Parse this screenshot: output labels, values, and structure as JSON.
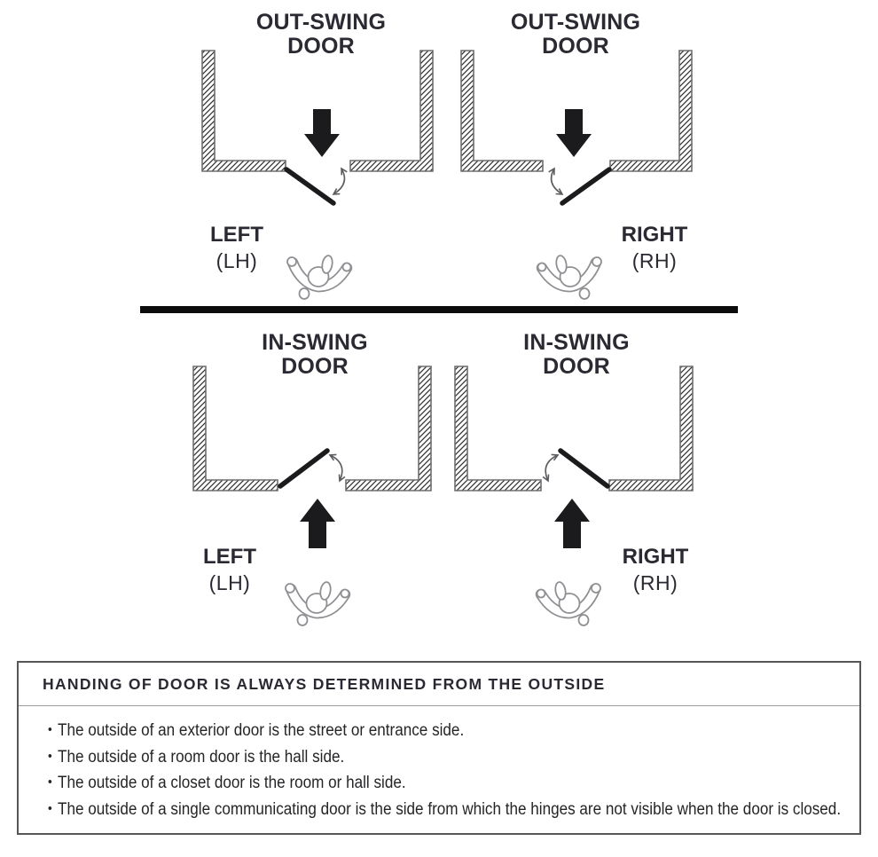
{
  "page": {
    "background": "#ffffff"
  },
  "sections": {
    "out_swing_left": {
      "title_line1": "OUT-SWING",
      "title_line2": "DOOR",
      "hand": "LEFT",
      "hand_abbr": "(LH)"
    },
    "out_swing_right": {
      "title_line1": "OUT-SWING",
      "title_line2": "DOOR",
      "hand": "RIGHT",
      "hand_abbr": "(RH)"
    },
    "in_swing_left": {
      "title_line1": "IN-SWING",
      "title_line2": "DOOR",
      "hand": "LEFT",
      "hand_abbr": "(LH)"
    },
    "in_swing_right": {
      "title_line1": "IN-SWING",
      "title_line2": "DOOR",
      "hand": "RIGHT",
      "hand_abbr": "(RH)"
    }
  },
  "note_box": {
    "heading": "HANDING OF DOOR IS ALWAYS DETERMINED FROM THE OUTSIDE",
    "bullet_char": "•",
    "bullets": [
      "The outside of an exterior door is the street or entrance side.",
      "The outside of a room door is the hall side.",
      "The outside of a closet door is the room or hall side.",
      "The outside of a single communicating door is the side from which the hinges are not visible when the door is closed."
    ]
  },
  "icons": {
    "person": "person-top-view-icon",
    "swing": "swing-direction-arrow-icon",
    "direction": "outside-direction-arrow-icon"
  },
  "colors": {
    "ink": "#2b2a33",
    "line_black": "#1b1b1d",
    "wall_stroke": "#6e6e70",
    "swing_arrow_gray": "#5b5c5f",
    "person_gray": "#8f9093",
    "box_border": "#57575a"
  }
}
